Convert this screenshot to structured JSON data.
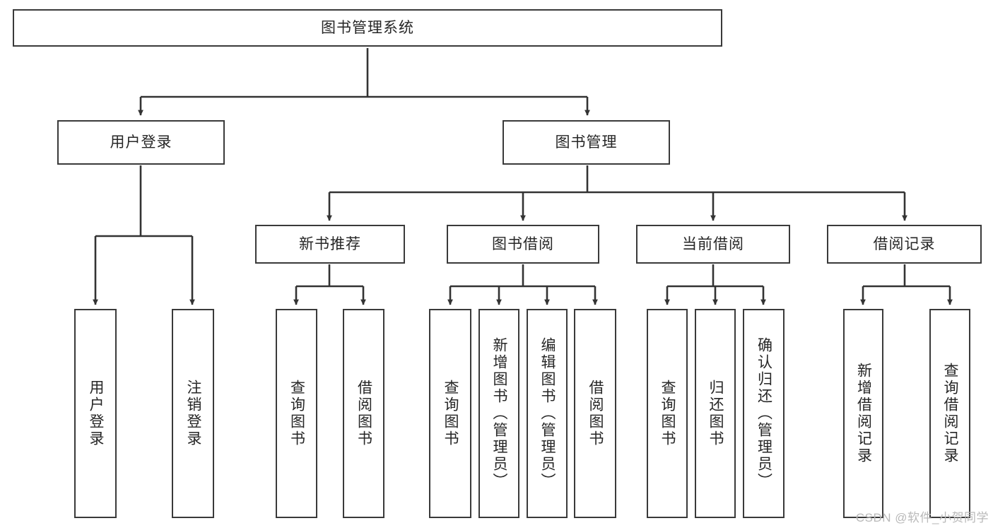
{
  "diagram": {
    "title": "图书管理系统",
    "type": "tree-hierarchy-diagram",
    "watermark": "CSDN @软件_小贺同学",
    "colors": {
      "box_border": "#3a3a3a",
      "box_fill": "#ffffff",
      "connector": "#333333",
      "text": "#262626",
      "watermark": "#b9b9b9",
      "background": "#ffffff"
    },
    "levels": {
      "root": {
        "label": "图书管理系统"
      },
      "level2": [
        {
          "label": "用户登录"
        },
        {
          "label": "图书管理"
        }
      ],
      "level3": [
        {
          "label": "新书推荐"
        },
        {
          "label": "图书借阅"
        },
        {
          "label": "当前借阅"
        },
        {
          "label": "借阅记录"
        }
      ],
      "leaves": {
        "user_login": [
          {
            "label": "用户登录"
          },
          {
            "label": "注销登录"
          }
        ],
        "new_book_recommend": [
          {
            "label": "查询图书"
          },
          {
            "label": "借阅图书"
          }
        ],
        "book_borrow": [
          {
            "label": "查询图书"
          },
          {
            "label": "新增图书（管理员）"
          },
          {
            "label": "编辑图书（管理员）"
          },
          {
            "label": "借阅图书"
          }
        ],
        "current_borrow": [
          {
            "label": "查询图书"
          },
          {
            "label": "归还图书"
          },
          {
            "label": "确认归还（管理员）"
          }
        ],
        "borrow_record": [
          {
            "label": "新增借阅记录"
          },
          {
            "label": "查询借阅记录"
          }
        ]
      }
    }
  }
}
